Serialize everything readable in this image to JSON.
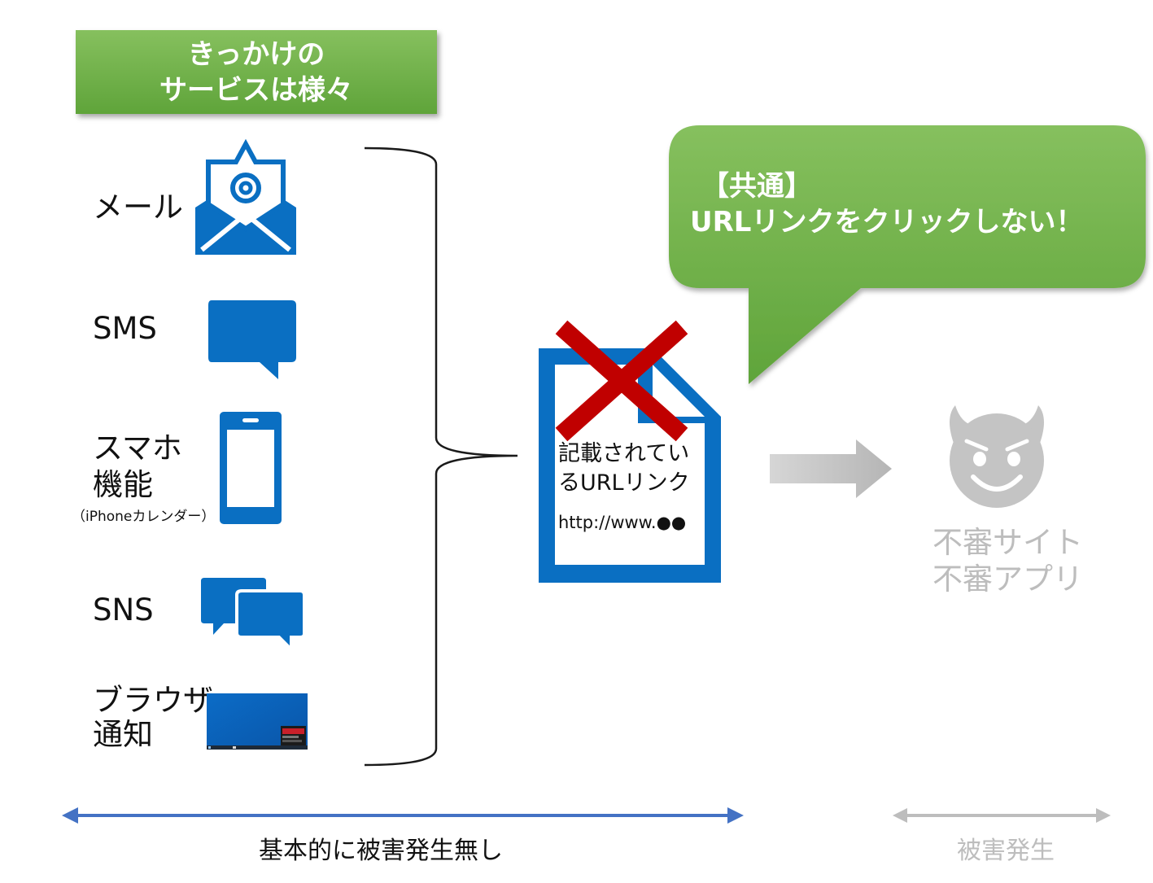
{
  "banner": {
    "line1": "きっかけの",
    "line2": "サービスは様々"
  },
  "services": {
    "mail": "メール",
    "sms": "SMS",
    "phone_line1": "スマホ",
    "phone_line2": "機能",
    "phone_note": "（iPhoneカレンダー）",
    "sns": "SNS",
    "browser_line1": "ブラウザ",
    "browser_line2": "通知"
  },
  "document": {
    "line1": "記載されてい",
    "line2": "るURLリンク",
    "url": "http://www.●●"
  },
  "bubble": {
    "line1": "【共通】",
    "line2": "URLリンクをクリックしない！"
  },
  "danger": {
    "line1": "不審サイト",
    "line2": "不審アプリ"
  },
  "bottom": {
    "left_label": "基本的に被害発生無し",
    "right_label": "被害発生"
  },
  "colors": {
    "blue": "#0a6fc2",
    "green": "#6ab043",
    "gray": "#bdbdbd",
    "red": "#c00000",
    "arrow_blue": "#4472c4"
  },
  "icons": [
    "envelope-icon",
    "chat-bubble-icon",
    "smartphone-icon",
    "chat-bubbles-icon",
    "browser-screenshot-icon",
    "document-icon",
    "cross-icon",
    "arrow-right-icon",
    "devil-face-icon"
  ]
}
